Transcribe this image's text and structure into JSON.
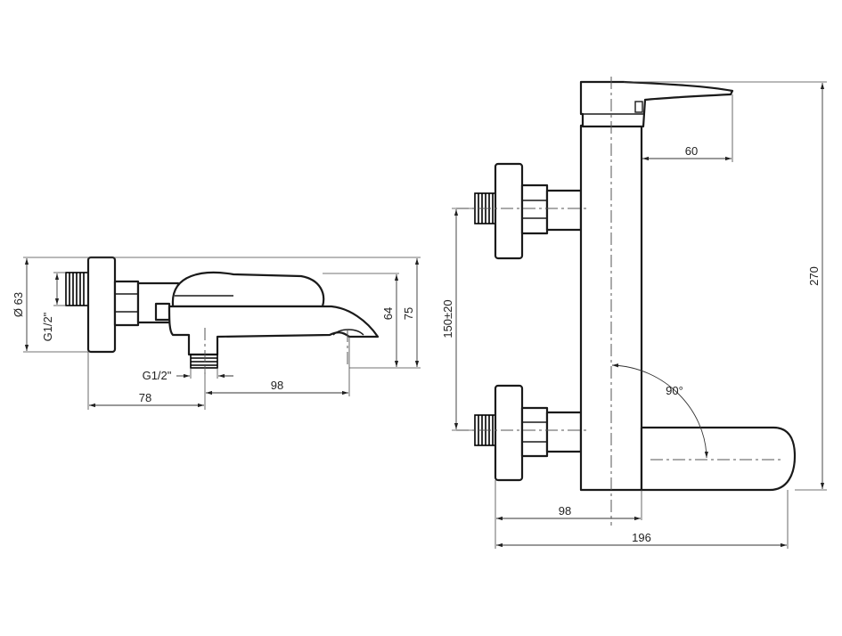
{
  "side_view": {
    "dimensions": {
      "diameter": "Ø 63",
      "thread_left": "G1/2\"",
      "height_64": "64",
      "height_75": "75",
      "thread_bottom": "G1/2\"",
      "length_98": "98",
      "length_78": "78"
    }
  },
  "front_view": {
    "dimensions": {
      "spout_60": "60",
      "height_270": "270",
      "spacing": "150±20",
      "angle": "90°",
      "depth_98": "98",
      "width_196": "196"
    }
  }
}
